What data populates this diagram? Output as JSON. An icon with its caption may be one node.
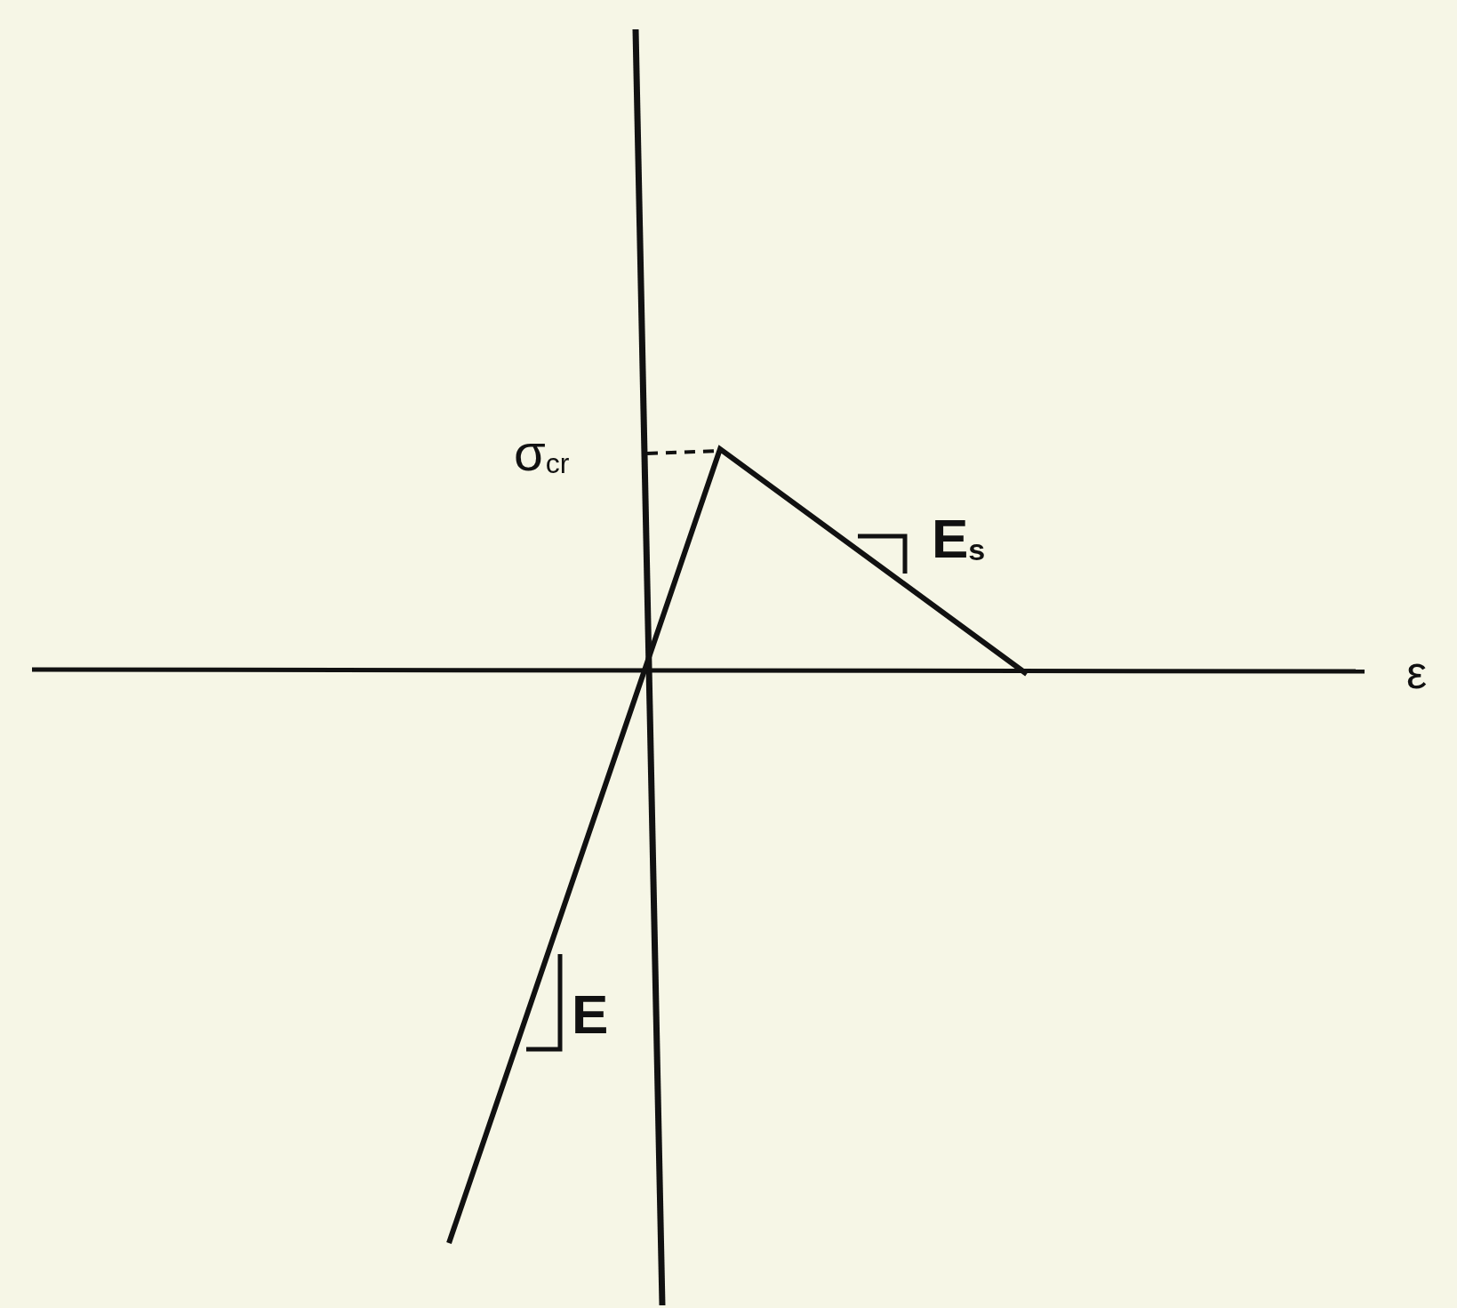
{
  "diagram": {
    "labels": [
      "σ$_{cr}$",
      "E$_{s}$",
      "E",
      "ε"
    ]
  }
}
